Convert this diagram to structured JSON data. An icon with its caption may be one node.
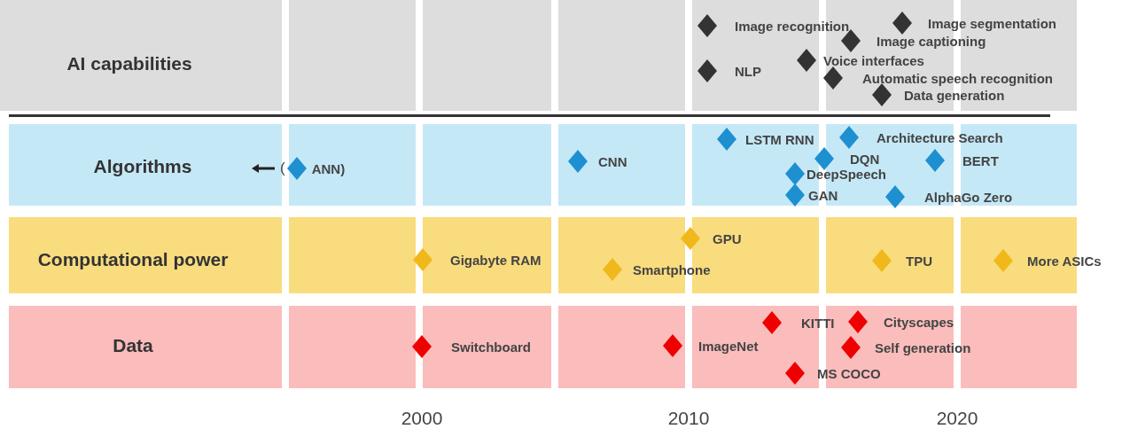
{
  "diagram": {
    "nodes": [
      {
        "text": [
          "AI capabilities"
        ]
      },
      {
        "text": [
          "Image recognition"
        ],
        "in": 0
      },
      {
        "text": [
          "Image segmentation"
        ],
        "in": 0
      },
      {
        "text": [
          "Image captioning"
        ],
        "in": 0
      },
      {
        "text": [
          "Voice interfaces"
        ],
        "in": 0
      },
      {
        "text": [
          "NLP"
        ],
        "in": 0
      },
      {
        "text": [
          "Automatic speech recognition"
        ],
        "in": 0
      },
      {
        "text": [
          "Data generation"
        ],
        "in": 0
      },
      {
        "text": [
          "Algorithms"
        ]
      },
      {
        "text": [
          "Architecture Search"
        ],
        "in": 8
      },
      {
        "text": [
          "LSTM RNN"
        ],
        "in": 8
      },
      {
        "text": [
          "DQN"
        ],
        "in": 8
      },
      {
        "text": [
          "CNN"
        ],
        "in": 8
      },
      {
        "text": [
          "BERT"
        ],
        "in": 8
      },
      {
        "text": [
          "ANN)"
        ],
        "beside": [
          "("
        ],
        "in": 8
      },
      {
        "text": [
          "DeepSpeech"
        ],
        "in": 8
      },
      {
        "text": [
          "GAN"
        ],
        "in": 8
      },
      {
        "text": [
          "AlphaGo Zero"
        ],
        "in": 8
      },
      {
        "text": [
          "Computational power"
        ]
      },
      {
        "text": [
          "GPU"
        ],
        "in": 18
      },
      {
        "text": [
          "Gigabyte RAM"
        ],
        "in": 18
      },
      {
        "text": [
          "TPU"
        ],
        "in": 18
      },
      {
        "text": [
          "More ASICs"
        ],
        "in": 18
      },
      {
        "text": [
          "Smartphone"
        ],
        "in": 18
      },
      {
        "text": [
          "Data"
        ]
      },
      {
        "text": [
          "KITTI"
        ],
        "in": 24
      },
      {
        "text": [
          "Cityscapes"
        ],
        "in": 24
      },
      {
        "text": [
          "Switchboard"
        ],
        "in": 24
      },
      {
        "text": [
          "ImageNet"
        ],
        "in": 24
      },
      {
        "text": [
          "Self generation"
        ],
        "in": 24
      },
      {
        "text": [
          "MS COCO"
        ],
        "in": 24
      }
    ],
    "labels": [
      "2000",
      "2010",
      "2020"
    ]
  }
}
